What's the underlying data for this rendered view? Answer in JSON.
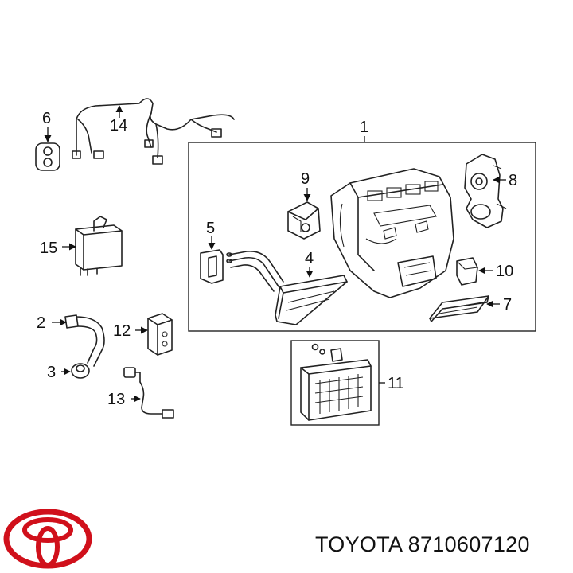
{
  "callouts": {
    "c1": "1",
    "c2": "2",
    "c3": "3",
    "c4": "4",
    "c5": "5",
    "c6": "6",
    "c7": "7",
    "c8": "8",
    "c9": "9",
    "c10": "10",
    "c11": "11",
    "c12": "12",
    "c13": "13",
    "c14": "14",
    "c15": "15"
  },
  "footer": {
    "brand": "TOYOTA",
    "part_number": "8710607120"
  },
  "colors": {
    "logo": "#d0101b",
    "ink": "#222222"
  }
}
